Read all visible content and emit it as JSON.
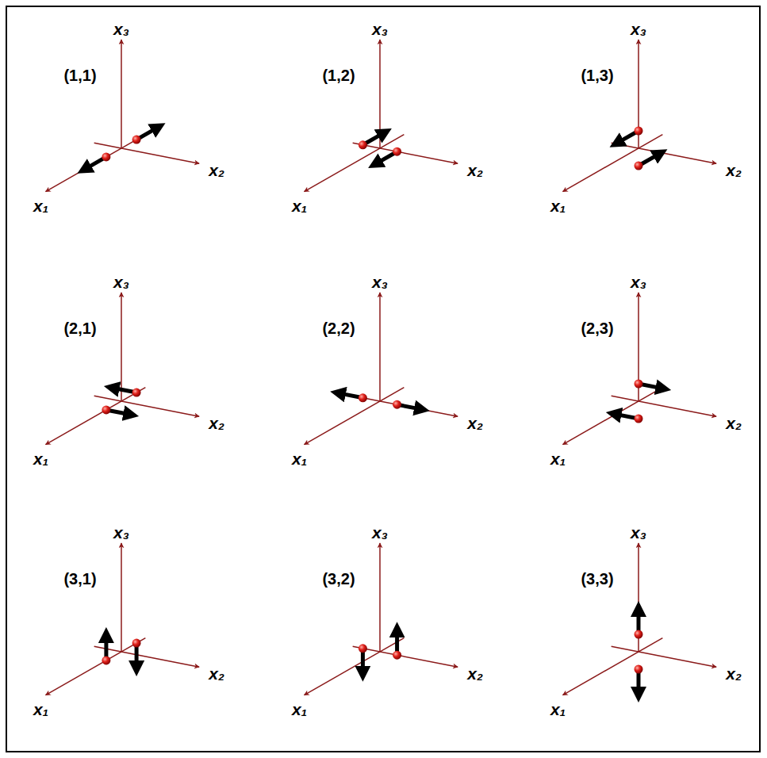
{
  "diagram": {
    "labels": [
      "(1,1)",
      "x₃",
      "x₂",
      "x₁",
      "(1,2)",
      "x₃",
      "x₂",
      "x₁",
      "(1,3)",
      "x₃",
      "x₂",
      "x₁",
      "(2,1)",
      "x₃",
      "x₂",
      "x₁",
      "(2,2)",
      "x₃",
      "x₂",
      "x₁",
      "(2,3)",
      "x₃",
      "x₂",
      "x₁",
      "(3,1)",
      "x₃",
      "x₂",
      "x₁",
      "(3,2)",
      "x₃",
      "x₂",
      "x₁",
      "(3,3)",
      "x₃",
      "x₂",
      "x₁"
    ]
  }
}
